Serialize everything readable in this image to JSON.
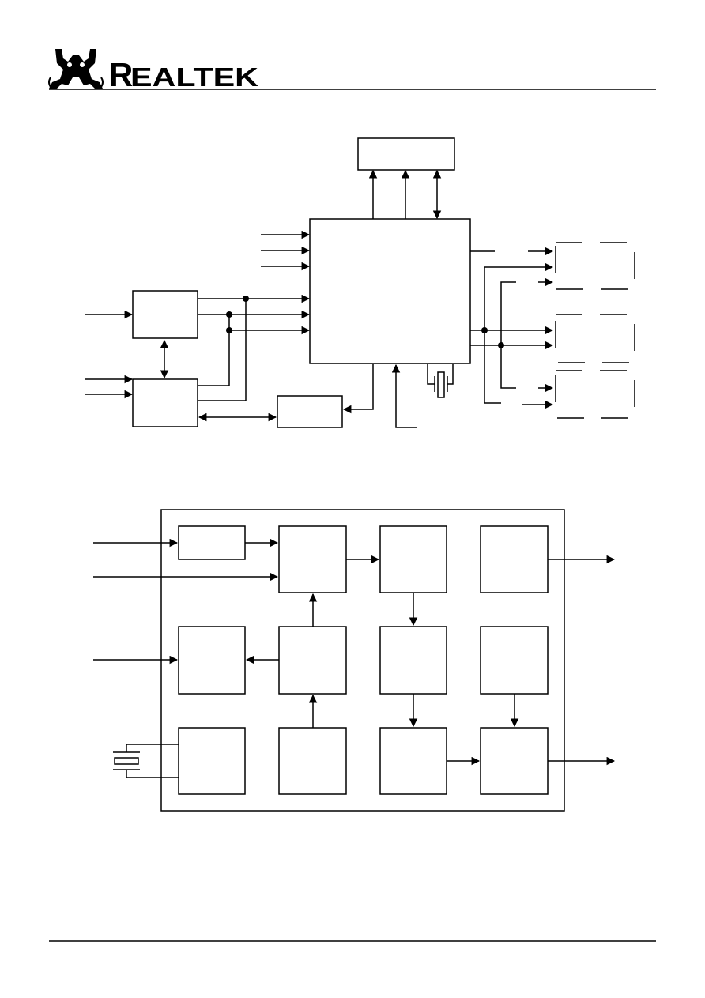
{
  "header": {
    "brand": "REALTEK",
    "brand_initial": "R",
    "brand_rest": "EALTEK",
    "logo_icon": "realtek-crab-logo"
  },
  "colors": {
    "ink": "#000000",
    "paper": "#ffffff"
  },
  "diagrams": [
    {
      "name": "system-block-diagram",
      "labels": []
    },
    {
      "name": "internal-block-diagram",
      "labels": []
    }
  ]
}
